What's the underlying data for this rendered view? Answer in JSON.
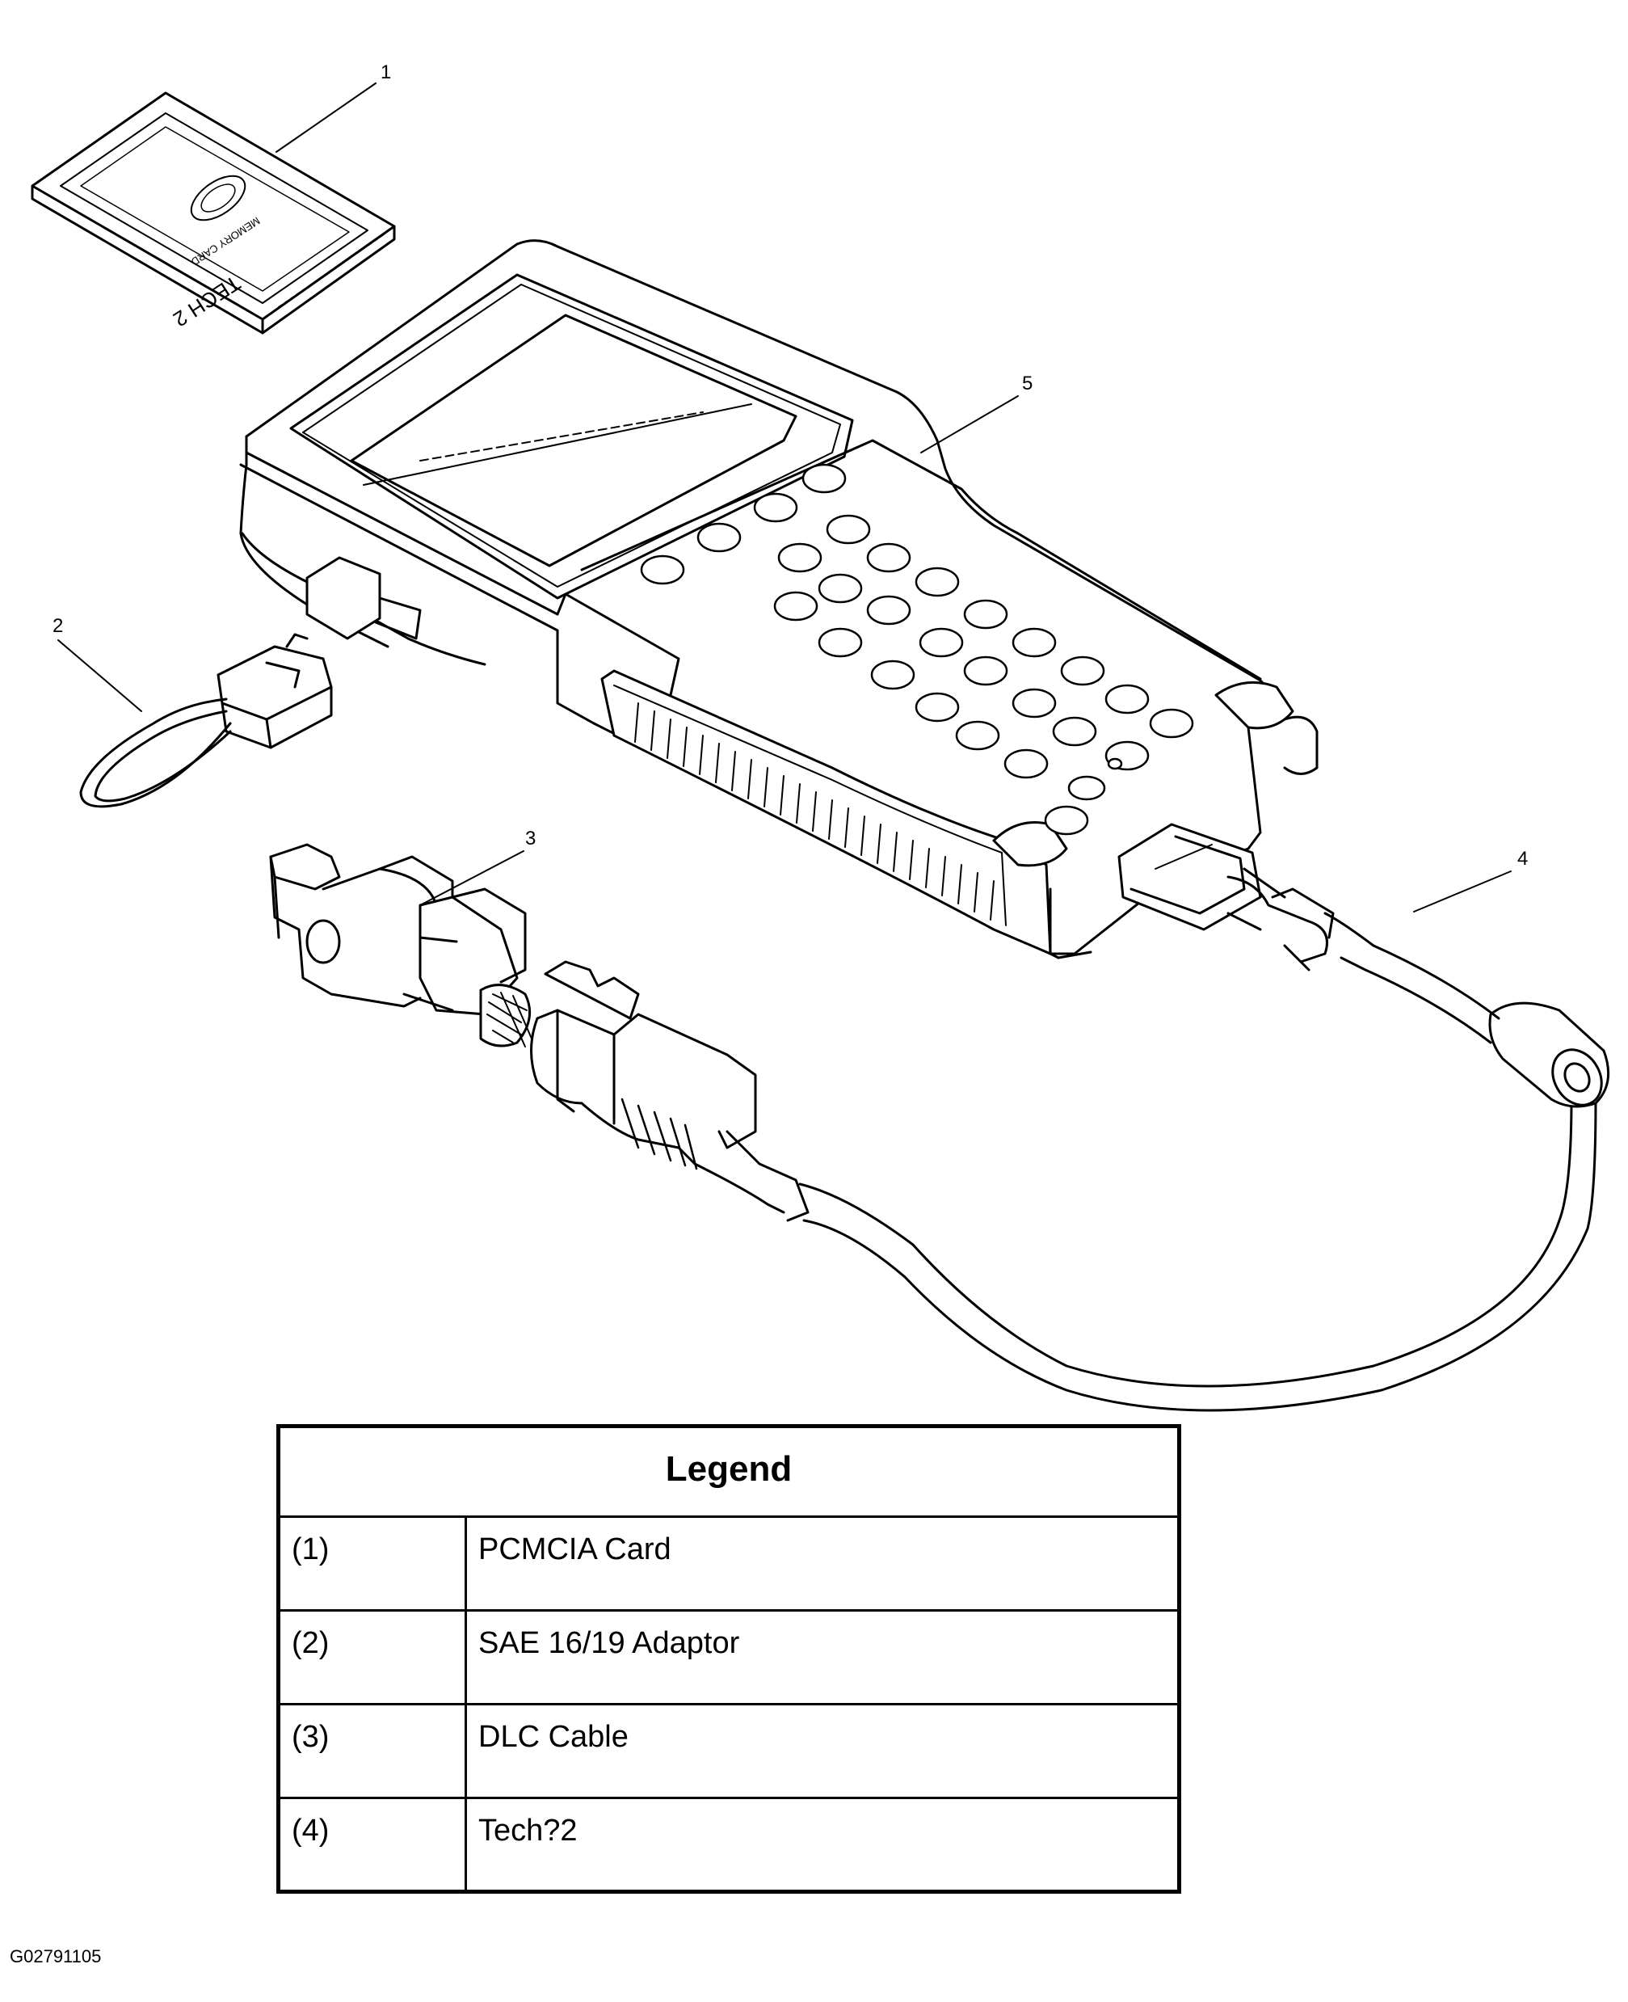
{
  "callouts": [
    "1",
    "2",
    "3",
    "4",
    "5"
  ],
  "card": {
    "label_line1": "TECH 2",
    "label_line2": "MEMORY CARD"
  },
  "legend": {
    "title": "Legend",
    "rows": [
      {
        "num": "(1)",
        "text": "PCMCIA Card"
      },
      {
        "num": "(2)",
        "text": "SAE 16/19 Adaptor"
      },
      {
        "num": "(3)",
        "text": "DLC Cable"
      },
      {
        "num": "(4)",
        "text": "Tech?2"
      }
    ]
  },
  "figure_id": "G02791105"
}
